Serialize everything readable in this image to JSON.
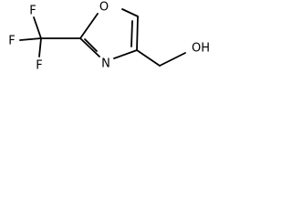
{
  "molecule": {
    "atoms": {
      "ring_oxygen": "O",
      "ring_nitrogen": "N",
      "fluorine_top": "F",
      "fluorine_left": "F",
      "fluorine_bottom": "F",
      "hydroxyl": "OH"
    }
  }
}
